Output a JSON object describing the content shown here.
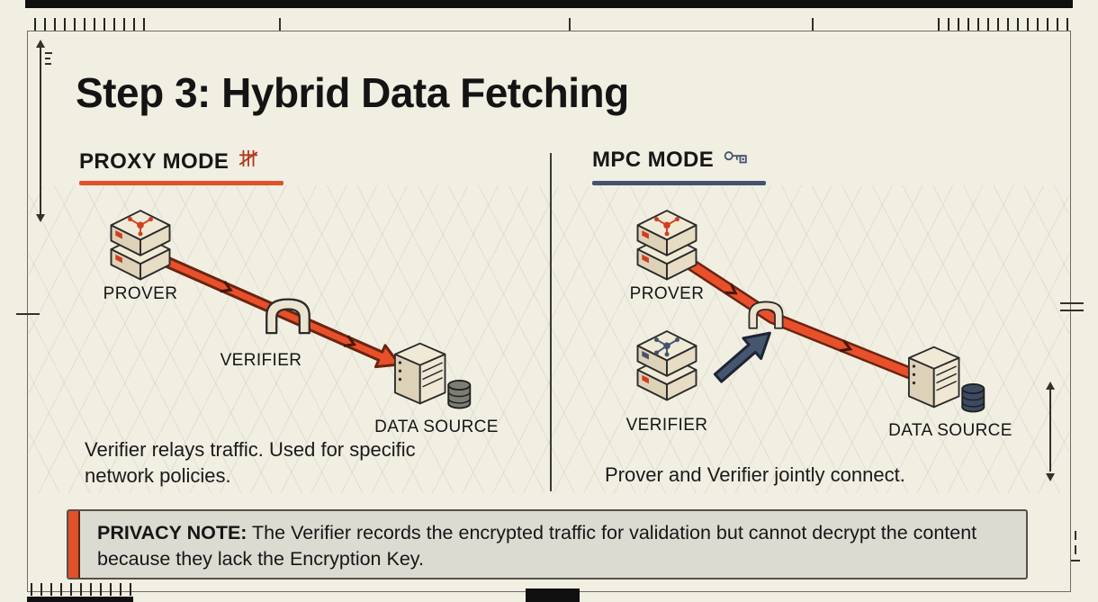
{
  "title": "Step 3: Hybrid Data Fetching",
  "colors": {
    "background": "#f1eee2",
    "proxy_accent": "#e0502a",
    "mpc_accent": "#44536e",
    "arrow_orange": "#e8502c",
    "arrow_navy": "#47566f",
    "note_background": "#dcdbd2",
    "ink": "#1b1b1b"
  },
  "panels": [
    {
      "heading": "PROXY MODE",
      "icon": "proxy-gate-icon",
      "accent": "#e0502a",
      "nodes": [
        {
          "label": "PROVER",
          "icon": "server-stack-icon"
        },
        {
          "label": "VERIFIER",
          "icon": "proxy-tunnel-icon"
        },
        {
          "label": "DATA SOURCE",
          "icon": "database-server-icon"
        }
      ],
      "caption": "Verifier relays traffic. Used for specific network policies."
    },
    {
      "heading": "MPC MODE",
      "icon": "key-icon",
      "accent": "#44536e",
      "nodes": [
        {
          "label": "PROVER",
          "icon": "server-stack-icon"
        },
        {
          "label": "VERIFIER",
          "icon": "server-stack-icon"
        },
        {
          "label": "DATA SOURCE",
          "icon": "database-server-icon"
        }
      ],
      "caption": "Prover and Verifier jointly connect."
    }
  ],
  "privacy_note": {
    "label": "PRIVACY NOTE:",
    "text": "The Verifier records the encrypted traffic for validation but cannot decrypt the content because they lack the Encryption Key."
  }
}
